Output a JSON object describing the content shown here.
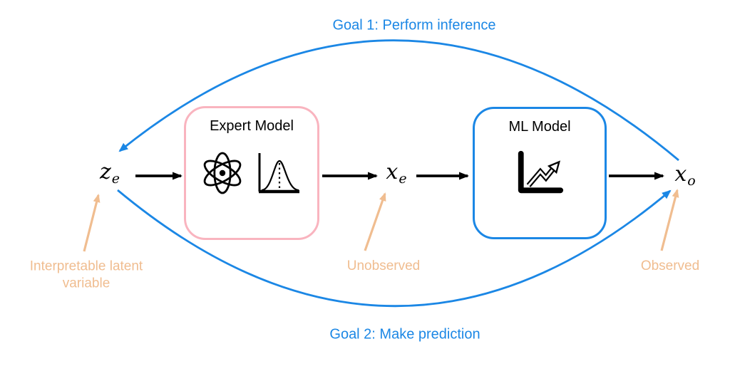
{
  "colors": {
    "blue": "#1b87e5",
    "pink": "#f9b4bf",
    "tan": "#f0bd90",
    "black": "#000000"
  },
  "goals": {
    "goal1": "Goal 1: Perform inference",
    "goal2": "Goal 2: Make prediction"
  },
  "boxes": {
    "expert": {
      "title": "Expert Model",
      "icons": [
        "atom-icon",
        "distribution-icon"
      ]
    },
    "ml": {
      "title": "ML Model",
      "icons": [
        "trend-chart-icon"
      ]
    }
  },
  "variables": {
    "latent": {
      "base": "z",
      "sub": "e"
    },
    "intermediate": {
      "base": "x",
      "sub": "e"
    },
    "observed": {
      "base": "x",
      "sub": "o"
    }
  },
  "annotations": {
    "latent_line1": "Interpretable latent",
    "latent_line2": "variable",
    "unobserved": "Unobserved",
    "observed": "Observed"
  }
}
